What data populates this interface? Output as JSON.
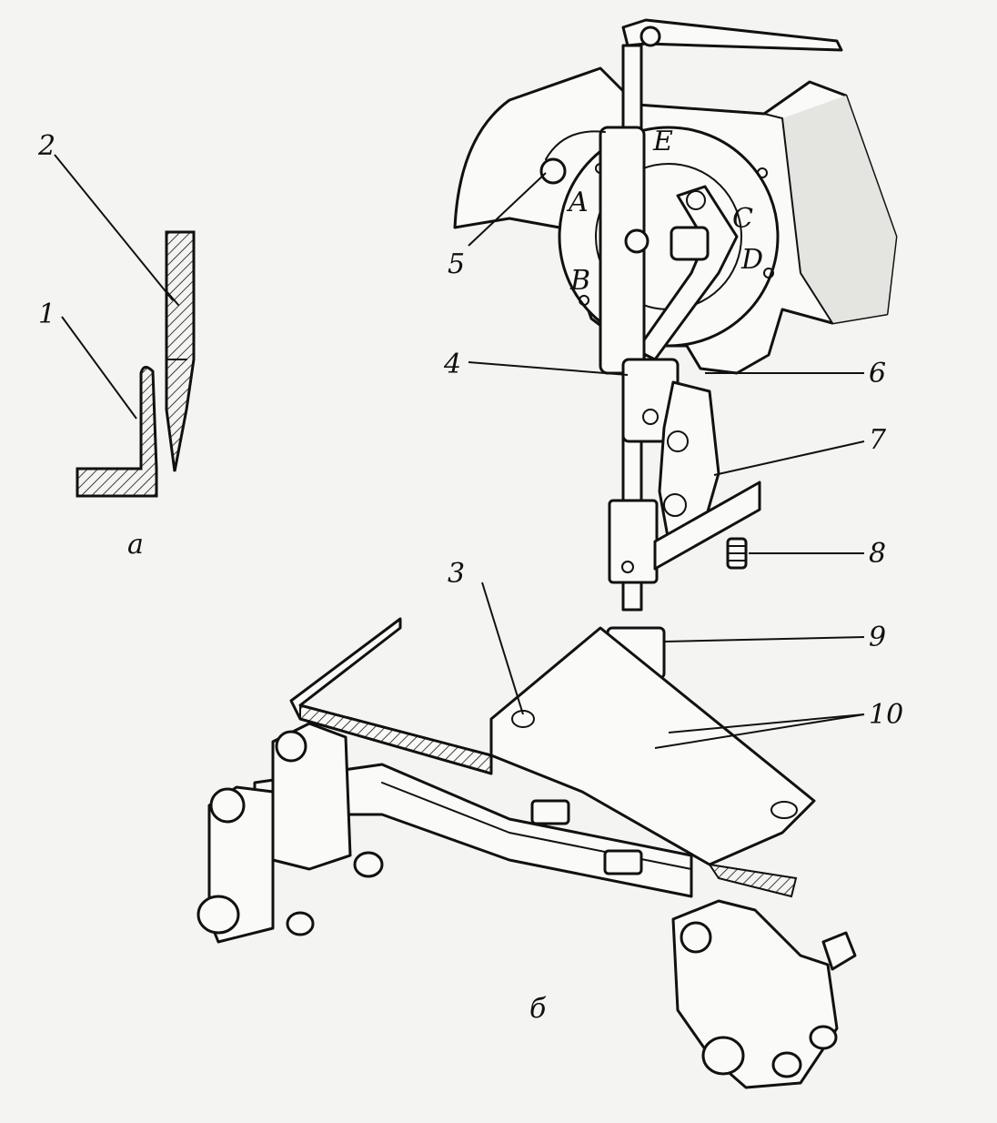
{
  "figure": {
    "panel_a": {
      "caption": "а",
      "labels": {
        "l1": "1",
        "l2": "2"
      }
    },
    "panel_b": {
      "caption": "б",
      "labels": {
        "l3": "3",
        "l4": "4",
        "l5": "5",
        "l6": "6",
        "l7": "7",
        "l8": "8",
        "l9": "9",
        "l10": "10"
      },
      "letters": {
        "A": "A",
        "B": "B",
        "C": "C",
        "D": "D",
        "E": "E"
      }
    }
  }
}
